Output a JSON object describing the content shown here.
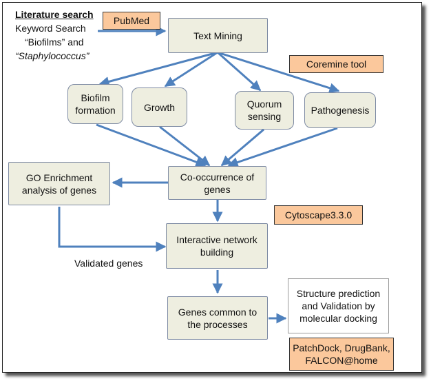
{
  "literature": {
    "title": "Literature search",
    "line1": "Keyword Search",
    "line2a": "“Biofilms” and",
    "line3": "“Staphylococcus”"
  },
  "tools": {
    "pubmed": "PubMed",
    "coremine": "Coremine tool",
    "cytoscape": "Cytoscape3.3.0",
    "docking_line1": "PatchDock, DrugBank,",
    "docking_line2": "FALCON@home"
  },
  "nodes": {
    "text_mining": "Text Mining",
    "biofilm_l1": "Biofilm",
    "biofilm_l2": "formation",
    "growth": "Growth",
    "quorum_l1": "Quorum",
    "quorum_l2": "sensing",
    "pathogenesis": "Pathogenesis",
    "cooccur_l1": "Co-occurrence of",
    "cooccur_l2": "genes",
    "go_l1": "GO Enrichment",
    "go_l2": "analysis of genes",
    "network_l1": "Interactive network",
    "network_l2": "building",
    "common_l1": "Genes common to",
    "common_l2": "the processes",
    "struct_l1": "Structure prediction",
    "struct_l2": "and Validation by",
    "struct_l3": "molecular docking"
  },
  "labels": {
    "validated": "Validated genes"
  },
  "colors": {
    "arrow": "#4f81bd",
    "process_fill": "#eeeee0",
    "tool_fill": "#fbc89c"
  }
}
